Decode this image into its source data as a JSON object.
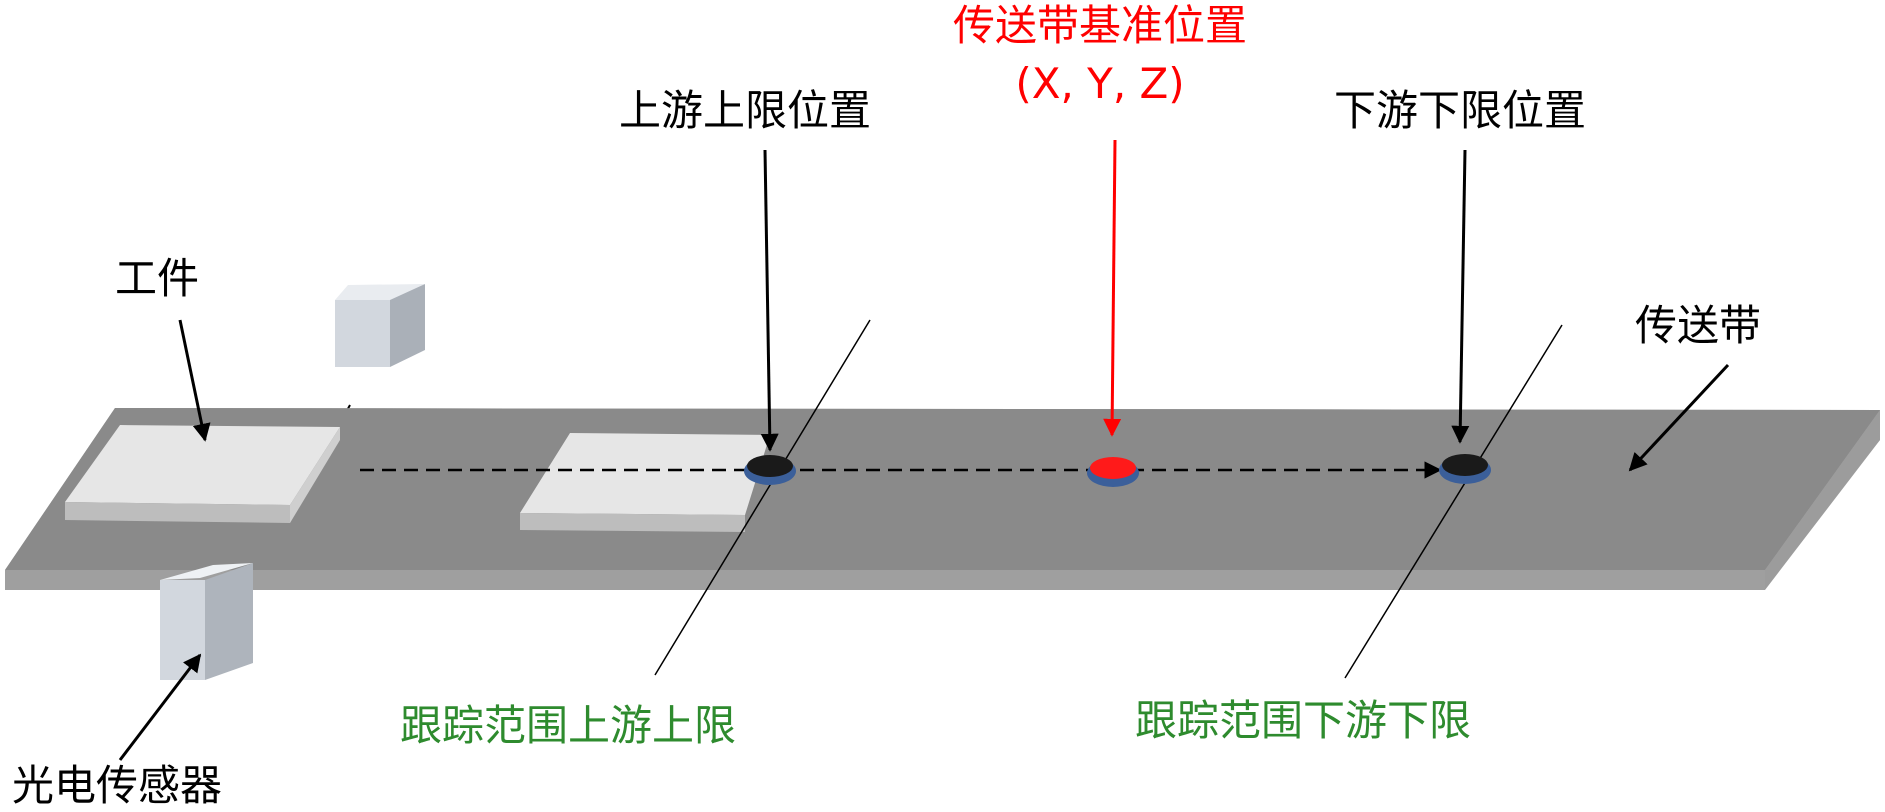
{
  "labels": {
    "workpiece": "工件",
    "photo_sensor": "光电传感器",
    "conveyor": "传送带",
    "upstream_limit": "上游上限位置",
    "downstream_limit": "下游下限位置",
    "base_position": "传送带基准位置",
    "base_coords": "(X, Y, Z)",
    "tracking_upstream": "跟踪范围上游上限",
    "tracking_downstream": "跟踪范围下游下限"
  },
  "colors": {
    "conveyor_top": "#8a8a8a",
    "conveyor_side": "#a9a9a9",
    "workpiece_top": "#e6e6e6",
    "sensor_top": "#dfe4ea",
    "sensor_side": "#b8bec6",
    "marker_rim": "#3b5f9a",
    "marker_dark": "#1a1a1a",
    "marker_red": "#ff1a1a",
    "label_black": "#000000",
    "label_red": "#ff0000",
    "label_green": "#2e8b2e"
  }
}
